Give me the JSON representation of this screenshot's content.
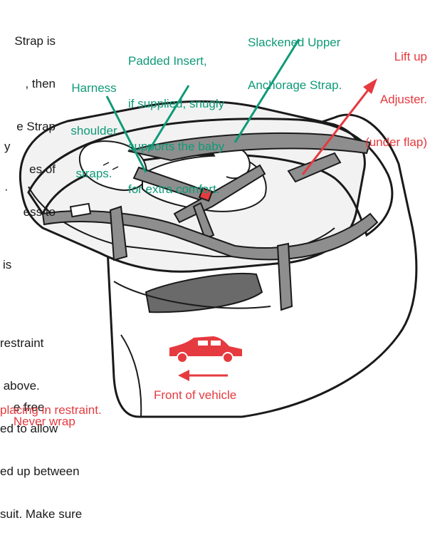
{
  "colors": {
    "green_label": "#0f9a78",
    "red_label": "#e53a3f",
    "strap_grey": "#8e8e8e",
    "shadow_grey": "#5a5a5a",
    "outline": "#1a1a1a"
  },
  "left_text": {
    "block1": [
      "Strap is",
      ", then",
      "e Strap",
      "es of",
      "ess to"
    ],
    "block2": [
      "y",
      "·"
    ],
    "block3": [
      "is"
    ],
    "block4": [
      "restraint",
      " above.",
      "ed to allow",
      "ed up between",
      "suit. Make sure",
      "e free."
    ],
    "warning_fragment_1": "Never wrap",
    "warning_fragment_2": "placing in restraint."
  },
  "labels": {
    "harness": [
      "Harness",
      "shoulder",
      "straps."
    ],
    "padded_insert": [
      "Padded Insert,",
      "if supplied, snugly",
      "supports the baby",
      "for extra comfort."
    ],
    "slackened": [
      "Slackened Upper",
      "Anchorage Strap."
    ],
    "lift_up": [
      "Lift up",
      "Adjuster.",
      "(under flap)"
    ],
    "front_of_vehicle": "Front of vehicle"
  },
  "icons": {
    "car": "car-icon",
    "arrow": "left-arrow-icon"
  }
}
